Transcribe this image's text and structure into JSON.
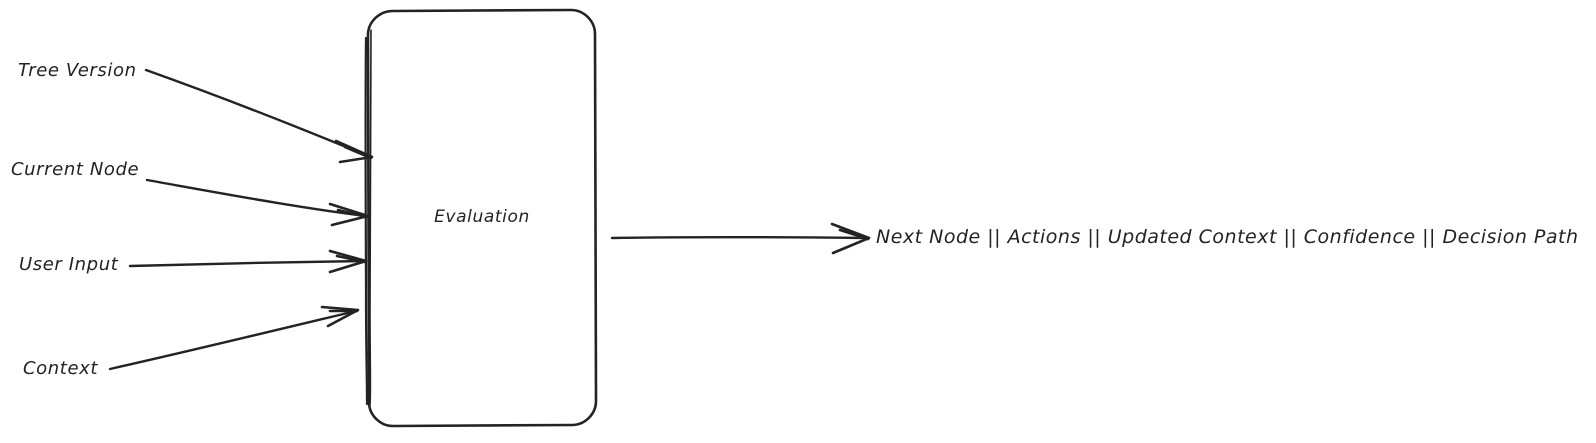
{
  "diagram": {
    "type": "flow-diagram",
    "style": "hand-drawn",
    "background_color": "#ffffff",
    "stroke_color": "#232323",
    "node": {
      "label": "Evaluation",
      "shape": "rounded-rectangle"
    },
    "inputs": [
      {
        "label": "Tree Version"
      },
      {
        "label": "Current Node"
      },
      {
        "label": "User Input"
      },
      {
        "label": "Context"
      }
    ],
    "output": {
      "label": "Next Node || Actions || Updated Context || Confidence || Decision Path",
      "parts": [
        "Next Node",
        "Actions",
        "Updated Context",
        "Confidence",
        "Decision Path"
      ],
      "separator": "||"
    }
  }
}
